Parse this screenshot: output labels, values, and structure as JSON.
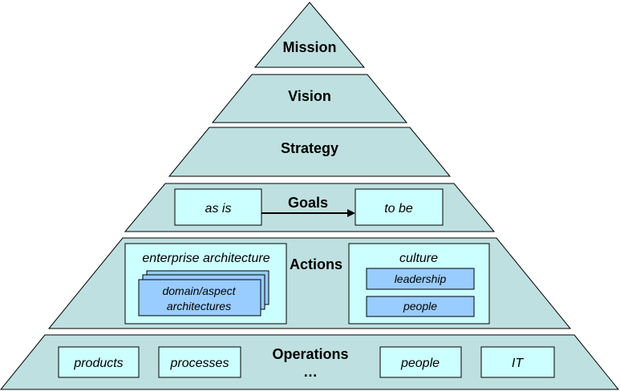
{
  "levels": {
    "mission": "Mission",
    "vision": "Vision",
    "strategy": "Strategy",
    "goals": "Goals",
    "actions": "Actions",
    "operations": "Operations",
    "operations_more": "…"
  },
  "goals": {
    "as_is": "as is",
    "to_be": "to be"
  },
  "actions": {
    "ea_title": "enterprise architecture",
    "domain_line1": "domain/aspect",
    "domain_line2": "architectures",
    "culture_title": "culture",
    "leadership": "leadership",
    "people": "people"
  },
  "operations": {
    "products": "products",
    "processes": "processes",
    "people": "people",
    "it": "IT"
  },
  "colors": {
    "level_fill": "#bfe0e0",
    "box_fill": "#ccffff",
    "inner_box_fill": "#99ccff"
  }
}
